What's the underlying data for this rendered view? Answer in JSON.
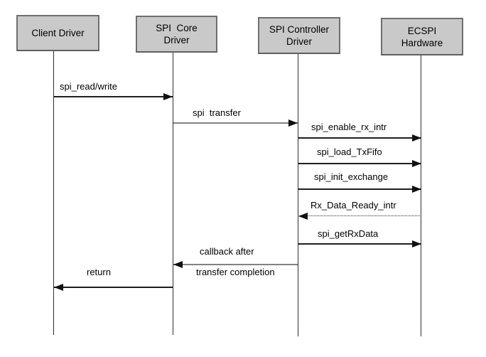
{
  "diagram_type": "sequence-diagram",
  "colors": {
    "background": "#ffffff",
    "actor_box_fill": "#c9c9c9",
    "actor_box_border": "#6e6e6e",
    "line_black": "#1f1f1f",
    "line_gray": "#828282"
  },
  "actors": [
    {
      "name": "client-driver",
      "lines": [
        "Client Driver"
      ]
    },
    {
      "name": "spi-core-driver",
      "lines": [
        "SPI  Core",
        "Driver"
      ]
    },
    {
      "name": "spi-controller-driver",
      "lines": [
        "SPI Controller",
        "Driver"
      ]
    },
    {
      "name": "ecspi-hardware",
      "lines": [
        "ECSPI",
        "Hardware"
      ]
    }
  ],
  "messages": [
    {
      "label": "spi_read/write",
      "from": "Client Driver",
      "to": "SPI Core Driver",
      "style": "solid",
      "color": "#1f1f1f"
    },
    {
      "label": "spi  transfer",
      "from": "SPI Core Driver",
      "to": "SPI Controller Driver",
      "style": "solid",
      "color": "#828282"
    },
    {
      "label": "spi_enable_rx_intr",
      "from": "SPI Controller Driver",
      "to": "ECSPI Hardware",
      "style": "solid",
      "color": "#1f1f1f"
    },
    {
      "label": "spi_load_TxFifo",
      "from": "SPI Controller Driver",
      "to": "ECSPI Hardware",
      "style": "solid",
      "color": "#1f1f1f"
    },
    {
      "label": "spi_init_exchange",
      "from": "SPI Controller Driver",
      "to": "ECSPI Hardware",
      "style": "solid",
      "color": "#1f1f1f"
    },
    {
      "label": "Rx_Data_Ready_intr",
      "from": "ECSPI Hardware",
      "to": "SPI Controller Driver",
      "style": "dotted",
      "color": "#2b2b2b"
    },
    {
      "label": "spi_getRxData",
      "from": "SPI Controller Driver",
      "to": "ECSPI Hardware",
      "style": "solid",
      "color": "#1f1f1f"
    },
    {
      "label_top": "callback after",
      "label_bottom": "transfer completion",
      "from": "SPI Controller Driver",
      "to": "SPI Core Driver",
      "style": "solid",
      "color": "#828282"
    },
    {
      "label": "return",
      "from": "SPI Core Driver",
      "to": "Client Driver",
      "style": "solid",
      "color": "#1f1f1f"
    }
  ]
}
